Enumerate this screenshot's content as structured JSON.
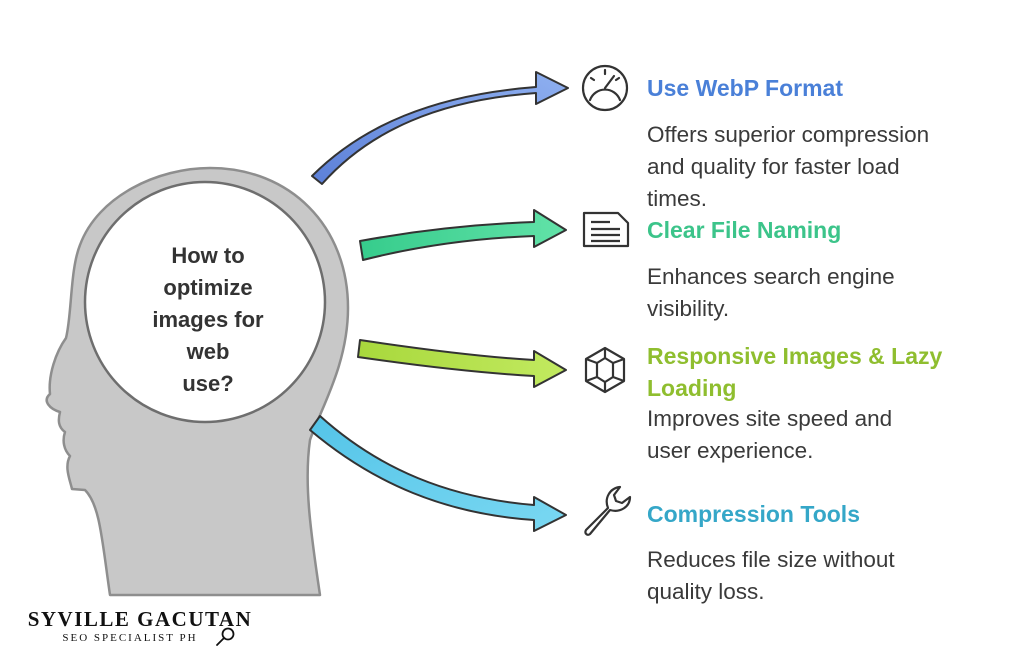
{
  "diagram": {
    "center_label_lines": [
      "How to",
      "optimize",
      "images for web",
      "use?"
    ],
    "branches": [
      {
        "title": "Use WebP Format",
        "title_color": "#4a80d8",
        "arrow_color": "#7ea0e8",
        "icon": "speedometer-icon",
        "description_lines": [
          "Offers superior compression",
          "and quality for faster load",
          "times."
        ]
      },
      {
        "title": "Clear File Naming",
        "title_color": "#3cc48a",
        "arrow_color": "#52d89c",
        "icon": "document-icon",
        "description_lines": [
          "Enhances search engine",
          "visibility."
        ]
      },
      {
        "title_lines": [
          "Responsive Images & Lazy",
          "Loading"
        ],
        "title_color": "#8fbe2f",
        "arrow_color": "#b4e24a",
        "icon": "hexagon-gear-icon",
        "description_lines": [
          "Improves site speed and",
          "user experience."
        ]
      },
      {
        "title": "Compression Tools",
        "title_color": "#35a7c8",
        "arrow_color": "#68d0ec",
        "icon": "wrench-icon",
        "description_lines": [
          "Reduces file size without",
          "quality loss."
        ]
      }
    ]
  },
  "branding": {
    "name": "SYVILLE GACUTAN",
    "subtitle": "SEO SPECIALIST PH",
    "icon": "magnifier-icon"
  }
}
